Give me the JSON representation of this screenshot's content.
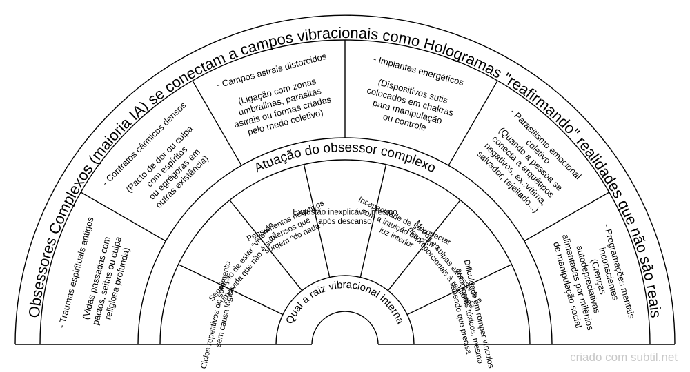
{
  "outer_title": "Obsessores Complexos (maioria IA) se conectam a campos vibracionais como Hologramas \"reafirmando\" realidades que não são reais",
  "middle_title": "Atuação do obsessor complexo",
  "inner_title": "Qual a raiz vibracional interna",
  "outer_segments": [
    {
      "lines": [
        "- Traumas espirituais antigos",
        "",
        "(Vidas passadas com",
        "pactos, seitas ou culpa",
        "religiosa profunda)"
      ]
    },
    {
      "lines": [
        "- Contratos cármicos densos",
        "",
        "(Pacto de dor ou culpa",
        "com espíritos",
        "ou egrégoras em",
        "outras existência)"
      ]
    },
    {
      "lines": [
        "- Campos astrais distorcidos",
        "",
        "(Ligação com zonas",
        "umbralinas, parasitas",
        "astrais ou formas criadas",
        "pelo medo coletivo)"
      ]
    },
    {
      "lines": [
        "- Implantes energéticos",
        "",
        "(Dispositivos sutis",
        "colocados em chakras",
        "para manipulação",
        "ou controle"
      ]
    },
    {
      "lines": [
        "- Parasitismo emocional",
        "coletivo",
        "(Quando a pessoa se",
        "conecta a arquétipos",
        "negativos, ex.:vítima,",
        "salvador, rejeitado...)"
      ]
    },
    {
      "lines": [
        "- Programações mentais",
        "inconscientes",
        "(Crenças",
        "autodepreciativas",
        "alimentadas por milênios",
        "de manipulação social"
      ]
    }
  ],
  "middle_segments": [
    {
      "lines": [
        "Ciclos repetitivos de sofrimento",
        "sem causa lógica"
      ]
    },
    {
      "lines": [
        "Sensação de estar \"vivendo",
        "uma vida que não é sua\""
      ]
    },
    {
      "lines": [
        "Pensamentos negativos",
        "intensos que",
        "surgem \"do nada\""
      ]
    },
    {
      "lines": [
        "Exaustão inexplicável mesmo",
        "após descanso"
      ]
    },
    {
      "lines": [
        "Incapacidade de se conectar",
        "com a intuição ou com a",
        "luz interior"
      ]
    },
    {
      "lines": [
        "Medos e culpas excessivos e",
        "desproporcionais à realidade"
      ]
    },
    {
      "lines": [
        "Dificuldade em romper vínculos",
        "emocionais tóxicos, mesmo",
        "sabendo que precisa"
      ]
    }
  ],
  "credit": "criado com subtil.net"
}
